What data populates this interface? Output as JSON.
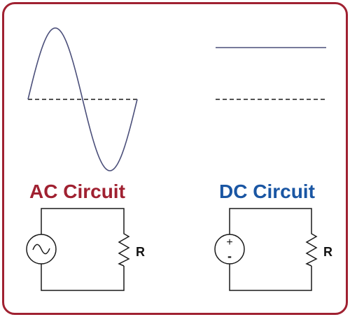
{
  "ac": {
    "title": "AC Circuit",
    "title_color": "#a02131",
    "resistor_label": "R",
    "source_icon": "ac-source-icon"
  },
  "dc": {
    "title": "DC Circuit",
    "title_color": "#1a56a3",
    "resistor_label": "R",
    "source_icon": "dc-source-icon",
    "plus_sign": "+",
    "minus_sign": "-"
  },
  "colors": {
    "frame": "#a02131",
    "wave": "#4b4f7a",
    "wire": "#1a1a1a"
  }
}
